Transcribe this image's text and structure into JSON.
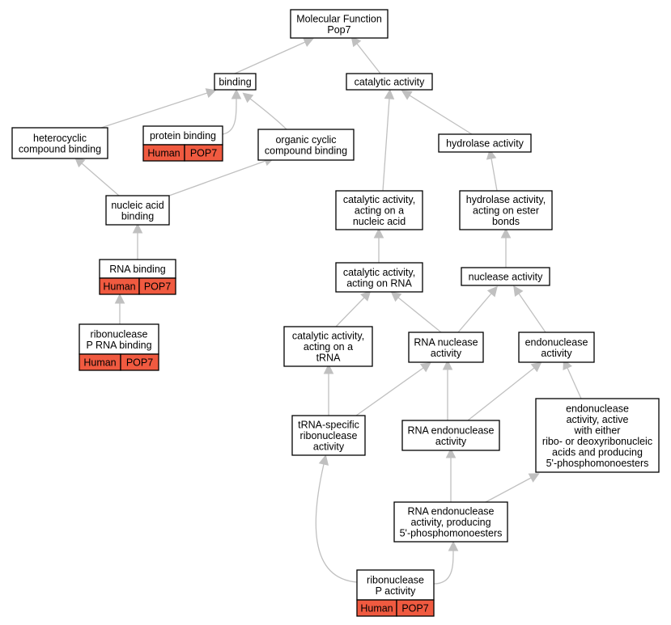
{
  "colors": {
    "annotation_fill": "#f05a40",
    "edge": "#c0c0c0",
    "node_border": "#000000"
  },
  "nodes": {
    "mf": {
      "lines": [
        "Molecular Function",
        "Pop7"
      ]
    },
    "bind": {
      "lines": [
        "binding"
      ]
    },
    "cat": {
      "lines": [
        "catalytic activity"
      ]
    },
    "het": {
      "lines": [
        "heterocyclic",
        "compound binding"
      ]
    },
    "prot": {
      "lines": [
        "protein binding"
      ],
      "species": "Human",
      "gene": "POP7"
    },
    "org": {
      "lines": [
        "organic cyclic",
        "compound binding"
      ]
    },
    "hyd": {
      "lines": [
        "hydrolase activity"
      ]
    },
    "nuc": {
      "lines": [
        "nucleic acid",
        "binding"
      ]
    },
    "catna": {
      "lines": [
        "catalytic activity,",
        "acting on a",
        "nucleic acid"
      ]
    },
    "hydest": {
      "lines": [
        "hydrolase activity,",
        "acting on ester",
        "bonds"
      ]
    },
    "rnab": {
      "lines": [
        "RNA binding"
      ],
      "species": "Human",
      "gene": "POP7"
    },
    "catrna": {
      "lines": [
        "catalytic activity,",
        "acting on RNA"
      ]
    },
    "nucl": {
      "lines": [
        "nuclease activity"
      ]
    },
    "rnpb": {
      "lines": [
        "ribonuclease",
        "P RNA binding"
      ],
      "species": "Human",
      "gene": "POP7"
    },
    "cattrna": {
      "lines": [
        "catalytic activity,",
        "acting on a",
        "tRNA"
      ]
    },
    "rnanuc": {
      "lines": [
        "RNA nuclease",
        "activity"
      ]
    },
    "endo": {
      "lines": [
        "endonuclease",
        "activity"
      ]
    },
    "trnasp": {
      "lines": [
        "tRNA-specific",
        "ribonuclease",
        "activity"
      ]
    },
    "rnaendo": {
      "lines": [
        "RNA endonuclease",
        "activity"
      ]
    },
    "endoact": {
      "lines": [
        "endonuclease",
        "activity, active",
        "with either",
        "ribo- or deoxyribonucleic",
        "acids and producing",
        "5'-phosphomonoesters"
      ]
    },
    "rnaendo5": {
      "lines": [
        "RNA endonuclease",
        "activity, producing",
        "5'-phosphomonoesters"
      ]
    },
    "rnp": {
      "lines": [
        "ribonuclease",
        "P activity"
      ],
      "species": "Human",
      "gene": "POP7"
    }
  }
}
